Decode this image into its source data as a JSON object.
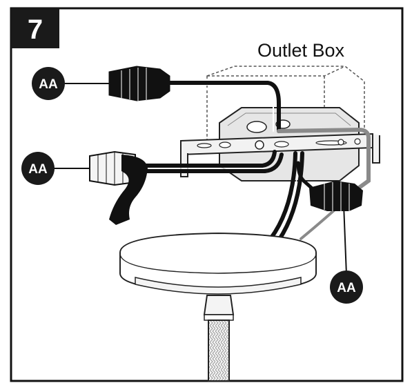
{
  "step": {
    "number": "7"
  },
  "labels": {
    "outlet_box": "Outlet Box"
  },
  "callouts": [
    {
      "id": "connector-top",
      "text": "AA"
    },
    {
      "id": "connector-left",
      "text": "AA"
    },
    {
      "id": "connector-right",
      "text": "AA"
    }
  ],
  "colors": {
    "frame": "#111111",
    "step_badge": "#1a1a1a",
    "callout_fill": "#1a1a1a",
    "wire_black": "#111111",
    "wire_gray": "#8a8a8a",
    "box_fill": "#e6e6e6"
  }
}
